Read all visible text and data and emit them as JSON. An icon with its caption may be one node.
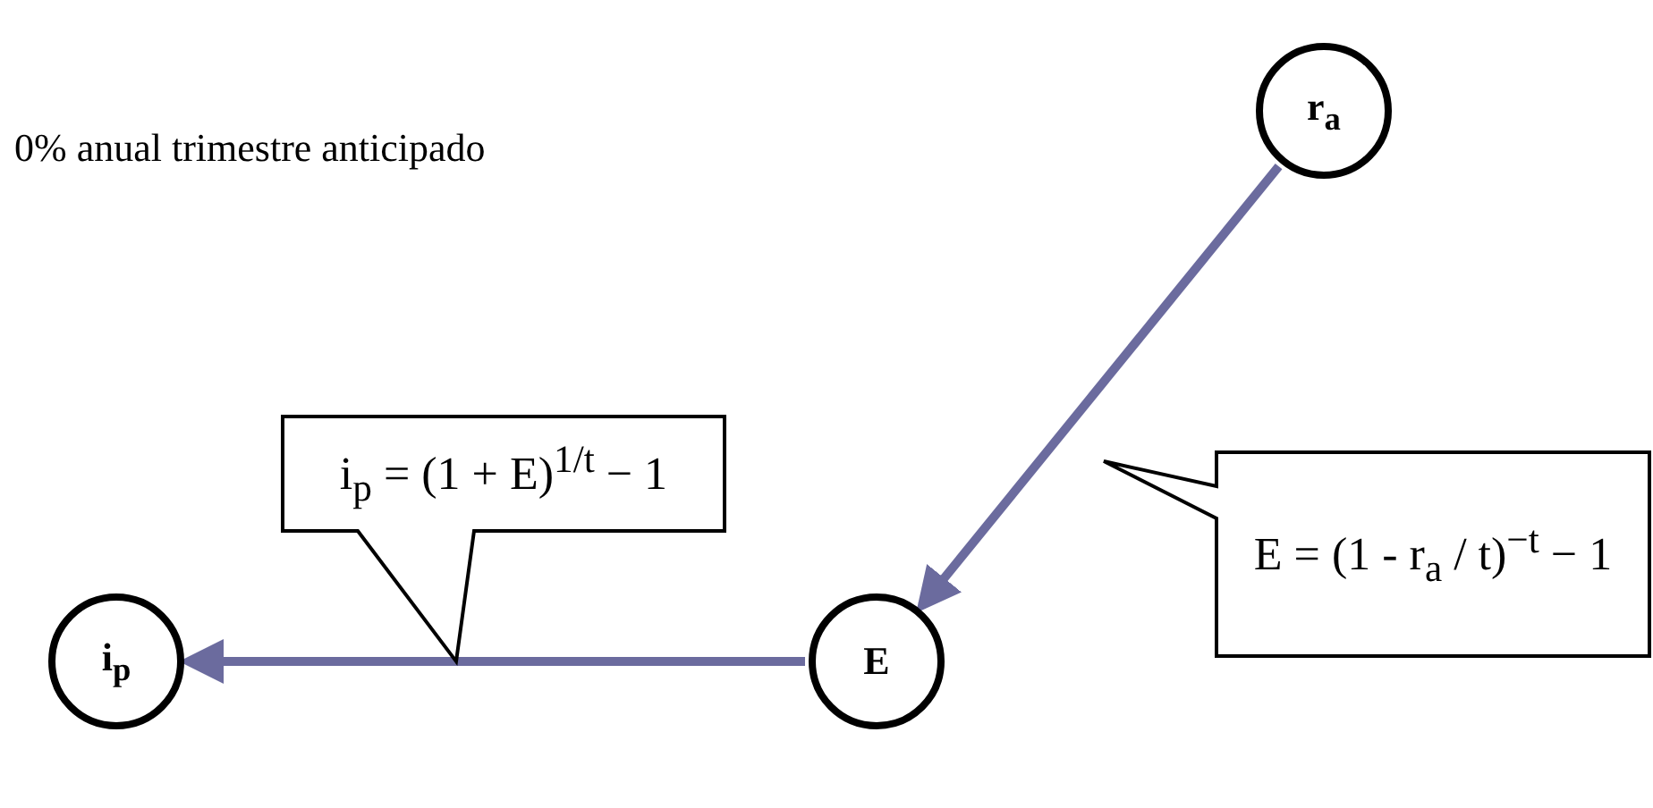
{
  "diagram": {
    "nodes": [
      {
        "text": [
          "r$_{a}$"
        ]
      },
      {
        "text": [
          "E"
        ]
      },
      {
        "text": [
          "i$_{p}$"
        ]
      },
      {
        "text": [
          "E = (1 - r$_{a}$ / t)$^{−t}$ − 1"
        ]
      },
      {
        "text": [
          "i$_{p}$ = (1 + E)$^{1/t}$ − 1"
        ]
      }
    ],
    "edges": [
      {
        "from": 0,
        "to": 1,
        "arrow": "to"
      },
      {
        "from": 1,
        "to": 2,
        "arrow": "to"
      }
    ],
    "labels": [
      "0% anual trimestre anticipado"
    ]
  }
}
